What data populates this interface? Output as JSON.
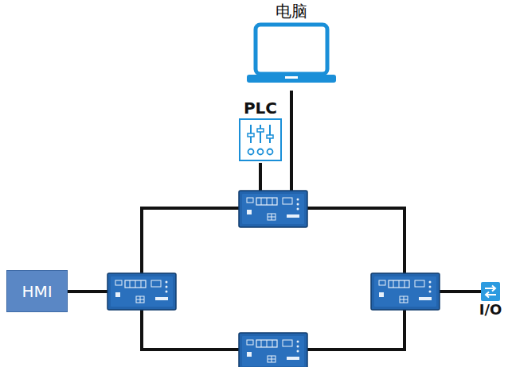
{
  "diagram": {
    "nodes": [
      {
        "text": [
          "电脑"
        ]
      },
      {
        "text": [
          "PLC"
        ]
      },
      {
        "text": [
          "HMI"
        ]
      },
      {
        "text": [
          "I/O"
        ]
      }
    ]
  }
}
